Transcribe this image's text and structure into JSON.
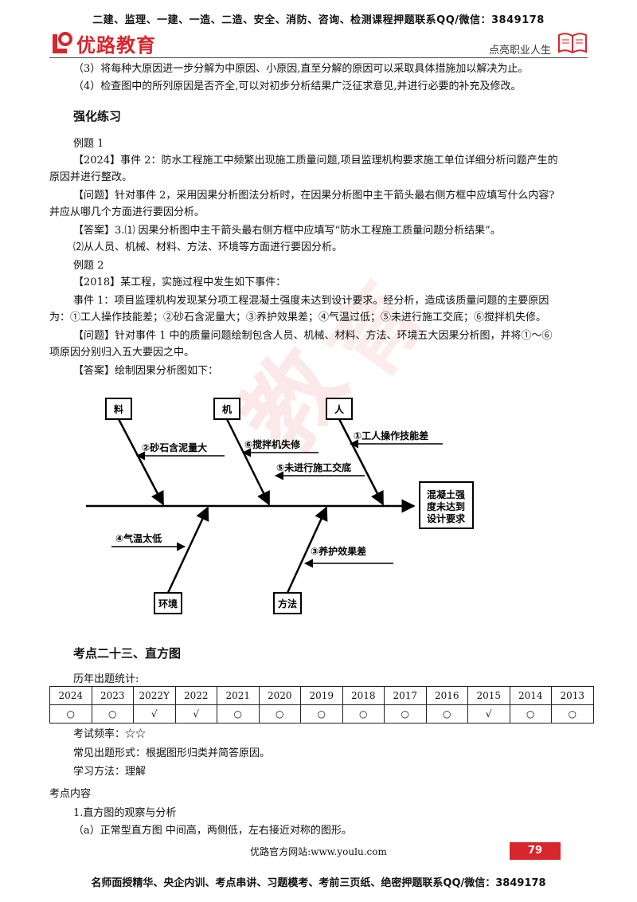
{
  "header": {
    "top_banner": "二建、监理、一建、一造、二造、安全、消防、咨询、检测课程押题联系QQ/微信：3849178",
    "logo_text": "优路教育",
    "slogan": "点亮职业人生"
  },
  "intro_lines": [
    "（3）将每种大原因进一步分解为中原因、小原因,直至分解的原因可以采取具体措施加以解决为止。",
    "（4）检查图中的所列原因是否齐全,可以对初步分析结果广泛征求意见,并进行必要的补充及修改。"
  ],
  "section1_title": "强化练习",
  "example1": {
    "label": "例题 1",
    "event_line1": "【2024】事件 2：防水工程施工中频繁出现施工质量问题,项目监理机构要求施工单位详细分析问题产生的",
    "event_line2": "原因并进行整改。",
    "question_line1": "【问题】针对事件 2，采用因果分析图法分析时，在因果分析图中主干箭头最右侧方框中应填写什么内容?",
    "question_line2": "并应从哪几个方面进行要因分析。",
    "answer_line1": "【答案】3.⑴ 因果分析图中主干箭头最右侧方框中应填写“防水工程施工质量问题分析结果”。",
    "answer_line2": "⑵从人员、机械、材料、方法、环境等方面进行要因分析。"
  },
  "example2": {
    "label": "例题 2",
    "event_head": "【2018】某工程，实施过程中发生如下事件：",
    "event_line1": "事件 1：项目监理机构发现某分项工程混凝土强度未达到设计要求。经分析，造成该质量问题的主要原因",
    "event_line2": "为：①工人操作技能差；②砂石含泥量大；③养护效果差；④气温过低；⑤未进行施工交底；⑥搅拌机失修。",
    "question_line1": "【问题】针对事件 1 中的质量问题绘制包含人员、机械、材料、方法、环境五大因果分析图，并将①～⑥",
    "question_line2": "项原因分别归入五大要因之中。",
    "answer_line": "【答案】绘制因果分析图如下："
  },
  "diagram": {
    "boxes": {
      "material": "料",
      "machine": "机",
      "person": "人",
      "environment": "环境",
      "method": "方法"
    },
    "effect": [
      "混凝土强",
      "度未达到",
      "设计要求"
    ],
    "causes": {
      "c1": "①工人操作技能差",
      "c2": "②砂石含泥量大",
      "c3": "③养护效果差",
      "c4": "④气温太低",
      "c5": "⑤未进行施工交底",
      "c6": "⑥搅拌机失修"
    }
  },
  "section2_title": "考点二十三、直方图",
  "history_label": "历年出题统计:",
  "history_table": {
    "years": [
      "2024",
      "2023",
      "2022Y",
      "2022",
      "2021",
      "2020",
      "2019",
      "2018",
      "2017",
      "2016",
      "2015",
      "2014",
      "2013"
    ],
    "marks": [
      "○",
      "○",
      "√",
      "√",
      "○",
      "○",
      "○",
      "○",
      "○",
      "○",
      "√",
      "○",
      "○"
    ]
  },
  "exam_freq": "考试频率：☆☆",
  "question_form": "常见出题形式：根据图形归类并简答原因。",
  "study_method": "学习方法：理解",
  "content_label": "考点内容",
  "content_item1": "1.直方图的观察与分析",
  "content_item1a": "（a）正常型直方图   中间高，两侧低，左右接近对称的图形。",
  "footer": {
    "website": "优路官方网站:www.youlu.com",
    "page_number": "79",
    "bottom_banner": "名师面授精华、央企内训、考点串讲、习题模考、考前三页纸、绝密押题联系QQ/微信：3849178"
  },
  "colors": {
    "brand_red": "#d8262e"
  }
}
